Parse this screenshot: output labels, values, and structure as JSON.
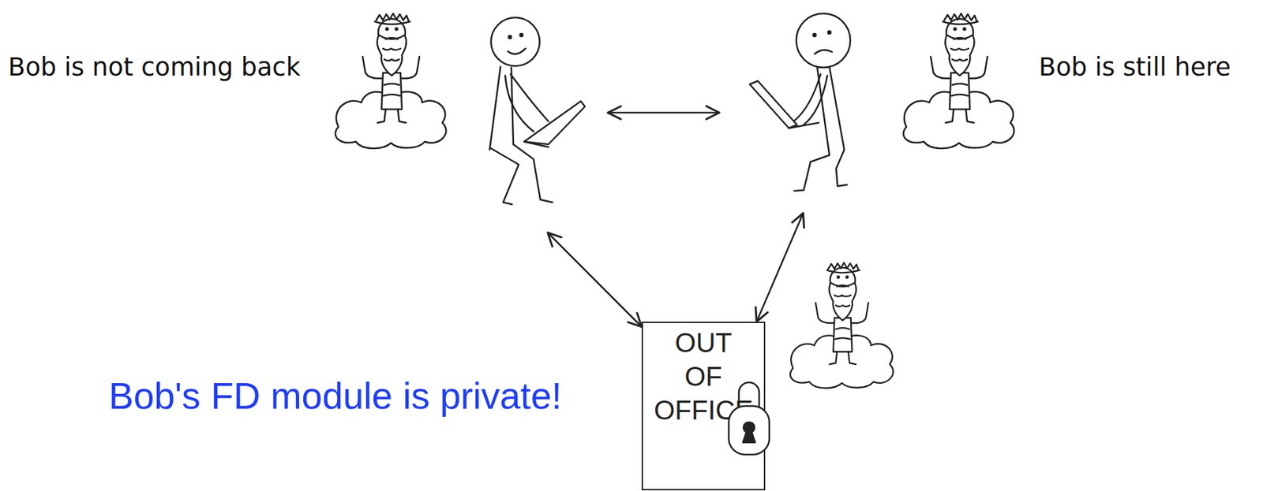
{
  "diagram": {
    "nodes": [
      {
        "text": [
          "Bob is not coming back"
        ]
      },
      {
        "text": [
          "Bob is still here"
        ]
      },
      {
        "text": [
          "OUT OF OFFICE"
        ]
      }
    ],
    "edges": [
      {
        "from": 0,
        "to": 1,
        "arrow": "both"
      },
      {
        "from": 0,
        "to": 2,
        "arrow": "both"
      },
      {
        "from": 1,
        "to": 2,
        "arrow": "both"
      }
    ],
    "labels": [
      "Bob's FD module is private!"
    ]
  }
}
